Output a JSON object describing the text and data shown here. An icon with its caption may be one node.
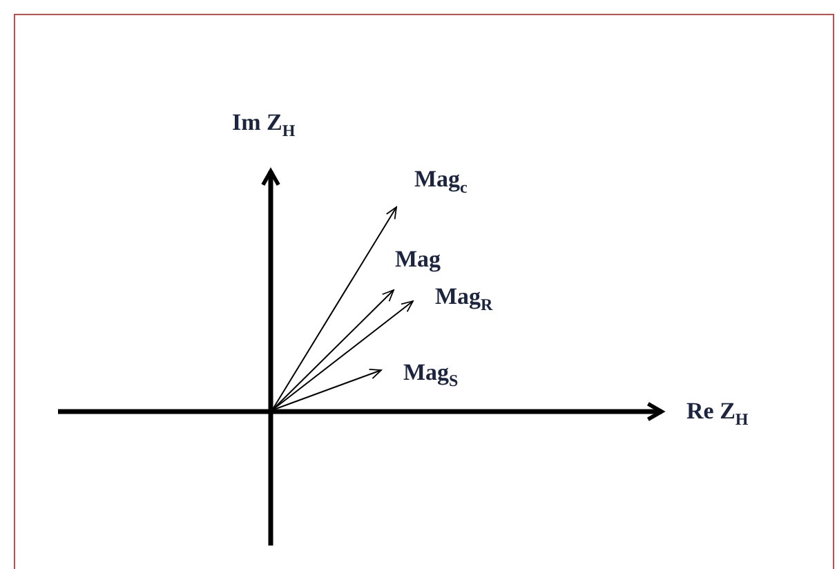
{
  "diagram": {
    "labels": [
      "Im Z$_{H}$",
      "Mag$_{c}$",
      "Mag",
      "Mag$_{R}$",
      "Mag$_{S}$",
      "Re Z$_{H}$"
    ]
  }
}
